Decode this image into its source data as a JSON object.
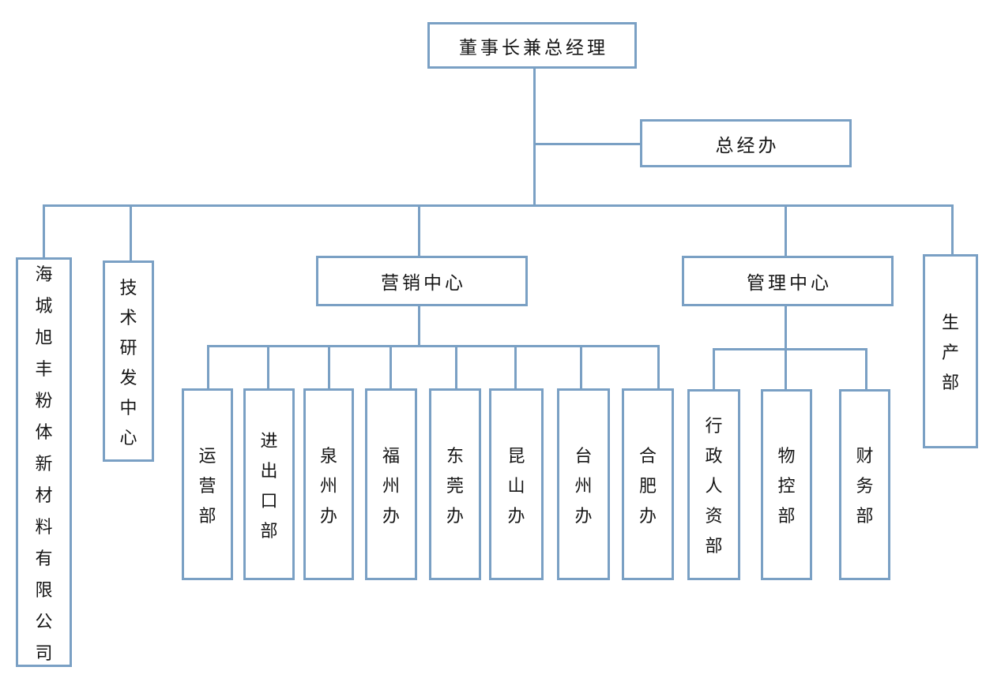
{
  "org": {
    "root": {
      "label": "董事长兼总经理"
    },
    "staff_office": {
      "label": "总经办"
    },
    "units": {
      "company": {
        "label": "海城旭丰粉体新材料有限公司"
      },
      "tech_center": {
        "label": "技术研发中心"
      },
      "marketing": {
        "label": "营销中心",
        "children": [
          {
            "label": "运营部"
          },
          {
            "label": "进出口部"
          },
          {
            "label": "泉州办"
          },
          {
            "label": "福州办"
          },
          {
            "label": "东莞办"
          },
          {
            "label": "昆山办"
          },
          {
            "label": "台州办"
          },
          {
            "label": "合肥办"
          }
        ]
      },
      "management": {
        "label": "管理中心",
        "children": [
          {
            "label": "行政人资部"
          },
          {
            "label": "物控部"
          },
          {
            "label": "财务部"
          }
        ]
      },
      "production": {
        "label": "生产部"
      }
    },
    "colors": {
      "line": "#7aa0c4",
      "text": "#151515",
      "background": "#ffffff"
    }
  }
}
